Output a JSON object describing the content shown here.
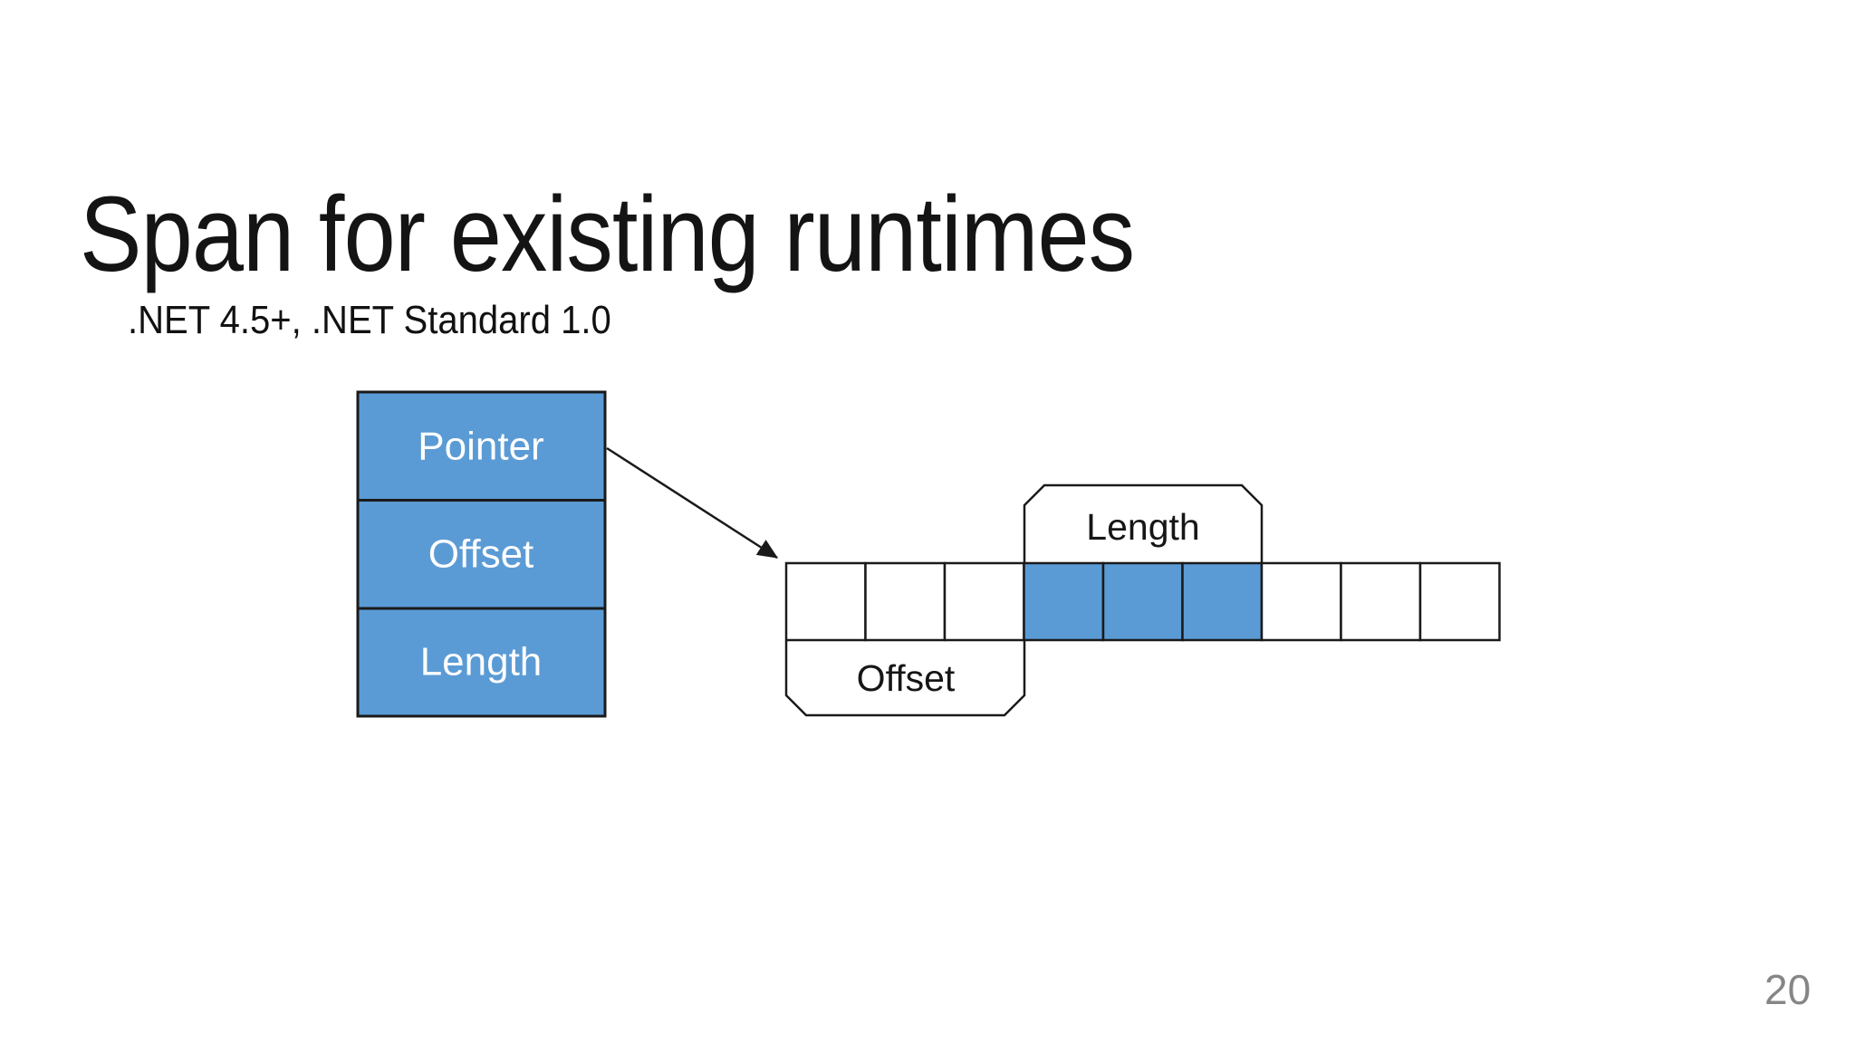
{
  "slide": {
    "title": "Span for existing runtimes",
    "subtitle": ".NET 4.5+, .NET Standard 1.0",
    "page_number": "20"
  },
  "diagram": {
    "stack": {
      "rows": [
        "Pointer",
        "Offset",
        "Length"
      ]
    },
    "array": {
      "cell_count": 9,
      "filled_indices": [
        3,
        4,
        5
      ]
    },
    "callouts": {
      "length_label": "Length",
      "offset_label": "Offset"
    },
    "colors": {
      "fill_blue": "#5b9bd5",
      "border": "#1a1a1a",
      "arrow": "#1a1a1a",
      "page_number_gray": "#868686"
    }
  }
}
